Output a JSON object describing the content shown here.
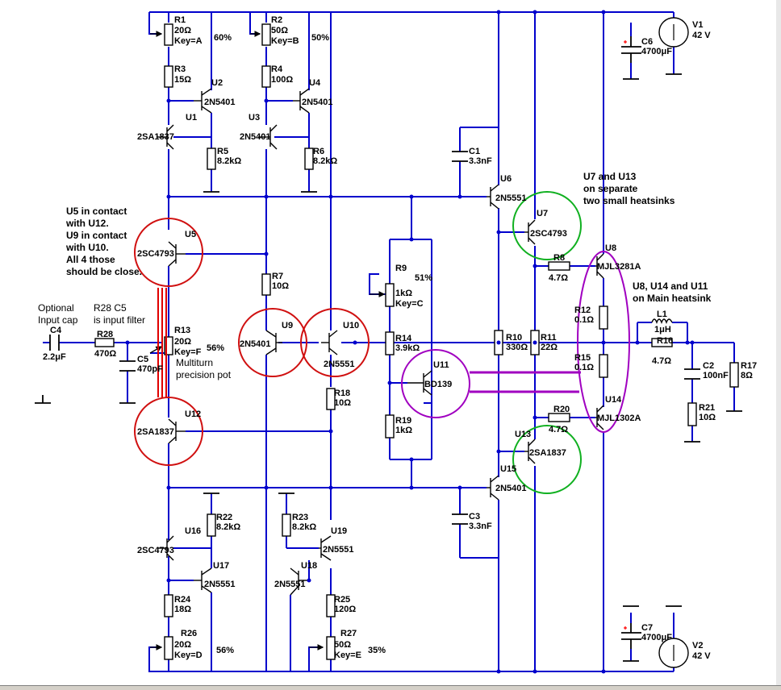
{
  "colors": {
    "wire": "#0000cc",
    "component": "#000000",
    "pot_arrow": "#000000",
    "circle_red": "#d01010",
    "circle_green": "#10b020",
    "ellipse_purple": "#a000c0",
    "ptc_link_red": "#e00000",
    "thermal_link_purple": "#a000c0",
    "cap_polarity": "#ff0000"
  },
  "components": {
    "r1": {
      "name": "R1",
      "value": "20Ω",
      "key": "Key=A",
      "pct": "60%"
    },
    "r2": {
      "name": "R2",
      "value": "50Ω",
      "key": "Key=B",
      "pct": "50%"
    },
    "r3": {
      "name": "R3",
      "value": "15Ω"
    },
    "r4": {
      "name": "R4",
      "value": "100Ω"
    },
    "u1": {
      "name": "U1",
      "part": "2SA1837"
    },
    "u2": {
      "name": "U2",
      "part": "2N5401"
    },
    "u3": {
      "name": "U3",
      "part": "2N5401"
    },
    "u4": {
      "name": "U4",
      "part": "2N5401"
    },
    "r5": {
      "name": "R5",
      "value": "8.2kΩ"
    },
    "r6": {
      "name": "R6",
      "value": "8.2kΩ"
    },
    "u5": {
      "name": "U5",
      "part": "2SC4793"
    },
    "r7": {
      "name": "R7",
      "value": "10Ω"
    },
    "u9": {
      "name": "U9",
      "part": "2N5401"
    },
    "u10": {
      "name": "U10",
      "part": "2N5551"
    },
    "r13": {
      "name": "R13",
      "value": "20Ω",
      "key": "Key=F",
      "pct": "56%"
    },
    "u12": {
      "name": "U12",
      "part": "2SA1837"
    },
    "r18": {
      "name": "R18",
      "value": "10Ω"
    },
    "r9": {
      "name": "R9",
      "value": "1kΩ",
      "key": "Key=C",
      "pct": "51%"
    },
    "r14": {
      "name": "R14",
      "value": "3.9kΩ"
    },
    "u11": {
      "name": "U11",
      "part": "BD139"
    },
    "r19": {
      "name": "R19",
      "value": "1kΩ"
    },
    "c1": {
      "name": "C1",
      "value": "3.3nF"
    },
    "c3": {
      "name": "C3",
      "value": "3.3nF"
    },
    "u6": {
      "name": "U6",
      "part": "2N5551"
    },
    "u15": {
      "name": "U15",
      "part": "2N5401"
    },
    "u7": {
      "name": "U7",
      "part": "2SC4793"
    },
    "u13": {
      "name": "U13",
      "part": "2SA1837"
    },
    "r10": {
      "name": "R10",
      "value": "330Ω"
    },
    "r11": {
      "name": "R11",
      "value": "22Ω"
    },
    "r8": {
      "name": "R8",
      "value": "4.7Ω"
    },
    "r20": {
      "name": "R20",
      "value": "4.7Ω"
    },
    "u8": {
      "name": "U8",
      "part": "MJL3281A"
    },
    "u14": {
      "name": "U14",
      "part": "MJL1302A"
    },
    "r12": {
      "name": "R12",
      "value": "0.1Ω"
    },
    "r15": {
      "name": "R15",
      "value": "0.1Ω"
    },
    "l1": {
      "name": "L1",
      "value": "1μH"
    },
    "r16": {
      "name": "R16",
      "value": "4.7Ω"
    },
    "c2": {
      "name": "C2",
      "value": "100nF"
    },
    "r17": {
      "name": "R17",
      "value": "8Ω"
    },
    "r21": {
      "name": "R21",
      "value": "10Ω"
    },
    "c6": {
      "name": "C6",
      "value": "4700μF"
    },
    "c7": {
      "name": "C7",
      "value": "4700μF"
    },
    "v1": {
      "name": "V1",
      "value": "42 V"
    },
    "v2": {
      "name": "V2",
      "value": "42 V"
    },
    "c4": {
      "name": "C4",
      "value": "2.2μF"
    },
    "r28": {
      "name": "R28",
      "value": "470Ω"
    },
    "c5": {
      "name": "C5",
      "value": "470pF"
    },
    "u16": {
      "name": "U16",
      "part": "2SC4793"
    },
    "u17": {
      "name": "U17",
      "part": "2N5551"
    },
    "r22": {
      "name": "R22",
      "value": "8.2kΩ"
    },
    "r24": {
      "name": "R24",
      "value": "18Ω"
    },
    "r26": {
      "name": "R26",
      "value": "20Ω",
      "key": "Key=D",
      "pct": "56%"
    },
    "r23": {
      "name": "R23",
      "value": "8.2kΩ"
    },
    "u18": {
      "name": "U18",
      "part": "2N5551"
    },
    "u19": {
      "name": "U19",
      "part": "2N5551"
    },
    "r25": {
      "name": "R25",
      "value": "120Ω"
    },
    "r27": {
      "name": "R27",
      "value": "50Ω",
      "key": "Key=E",
      "pct": "35%"
    }
  },
  "notes": {
    "thermal_pairs": [
      "U5 in contact",
      "with U12.",
      "U9 in contact",
      "with U10.",
      "All 4 those",
      "should be close."
    ],
    "input_cap": [
      "Optional",
      "Input cap"
    ],
    "input_filter": [
      "R28 C5",
      "is input filter"
    ],
    "precision_pot": [
      "Multiturn",
      "precision pot"
    ],
    "separate_heatsinks": [
      "U7 and U13",
      "on separate",
      "two small heatsinks"
    ],
    "main_heatsink": [
      "U8, U14 and U11",
      "on Main heatsink"
    ]
  }
}
